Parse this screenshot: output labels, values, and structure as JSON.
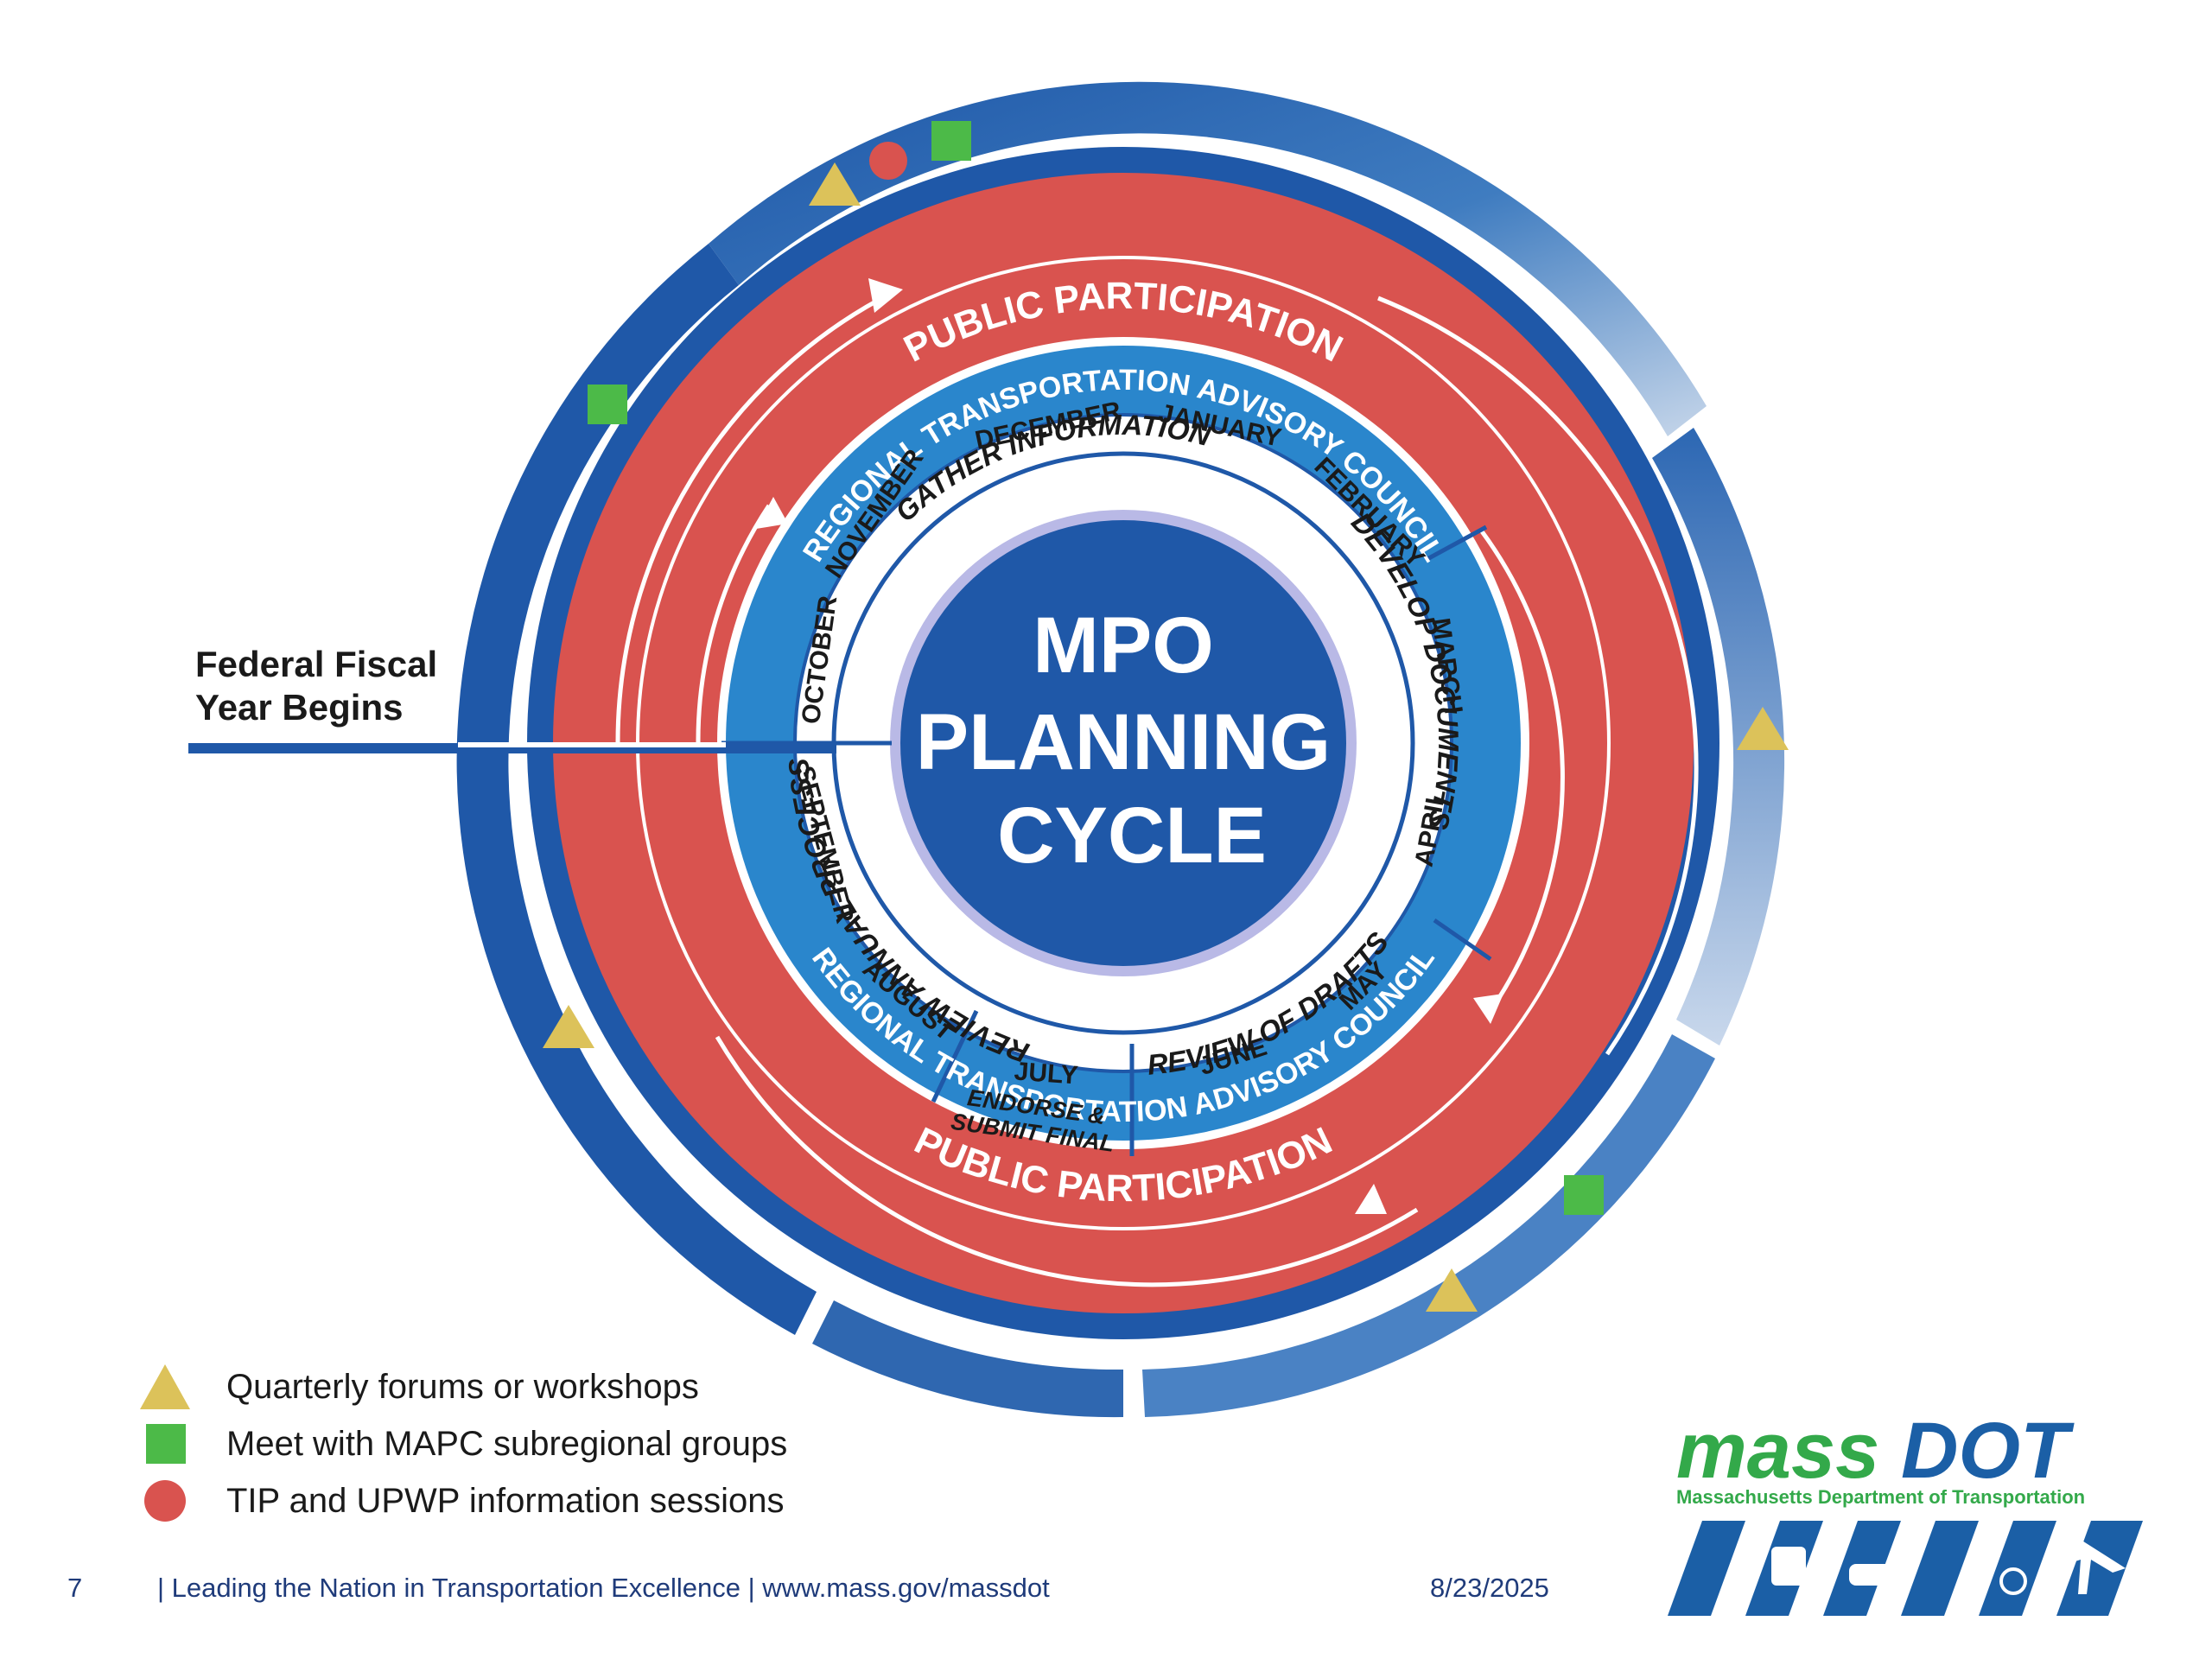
{
  "diagram": {
    "center_title": [
      "MPO",
      "PLANNING",
      "CYCLE"
    ],
    "outer_ring_label": "PUBLIC PARTICIPATION",
    "advisory_ring_label": "REGIONAL TRANSPORTATION ADVISORY COUNCIL",
    "phases": [
      "GATHER INFORMATION",
      "DEVELOP DOCUMENTS",
      "REVIEW OF DRAFTS",
      "ENDORSE & SUBMIT FINAL",
      "REVIEW ANNUAL PROCESS"
    ],
    "endorse_lines": [
      "ENDORSE &",
      "SUBMIT FINAL"
    ],
    "months": [
      "OCTOBER",
      "NOVEMBER",
      "DECEMBER",
      "JANUARY",
      "FEBRUARY",
      "MARCH",
      "APRIL",
      "MAY",
      "JUNE",
      "JULY",
      "AUGUST",
      "SEPTEMBER"
    ],
    "fiscal_year_label": [
      "Federal Fiscal",
      "Year Begins"
    ]
  },
  "legend": [
    {
      "symbol": "triangle",
      "label": "Quarterly forums or workshops"
    },
    {
      "symbol": "square",
      "label": "Meet with MAPC subregional groups"
    },
    {
      "symbol": "circle",
      "label": "TIP and UPWP information sessions"
    }
  ],
  "footer": {
    "page_number": "7",
    "tagline": "|  Leading the Nation in Transportation Excellence  |  www.mass.gov/massdot",
    "date": "8/23/2025"
  },
  "logo": {
    "word_mass": "mass",
    "word_dot": "DOT",
    "subtitle": "Massachusetts Department of Transportation"
  },
  "colors": {
    "dark_blue": "#1f58a8",
    "mid_blue": "#2a86cc",
    "red": "#d9534f",
    "triangle": "#dcc25a",
    "square": "#4cba48",
    "circle": "#d9534f",
    "logo_green": "#33a94a",
    "logo_blue": "#1b5fa6"
  }
}
